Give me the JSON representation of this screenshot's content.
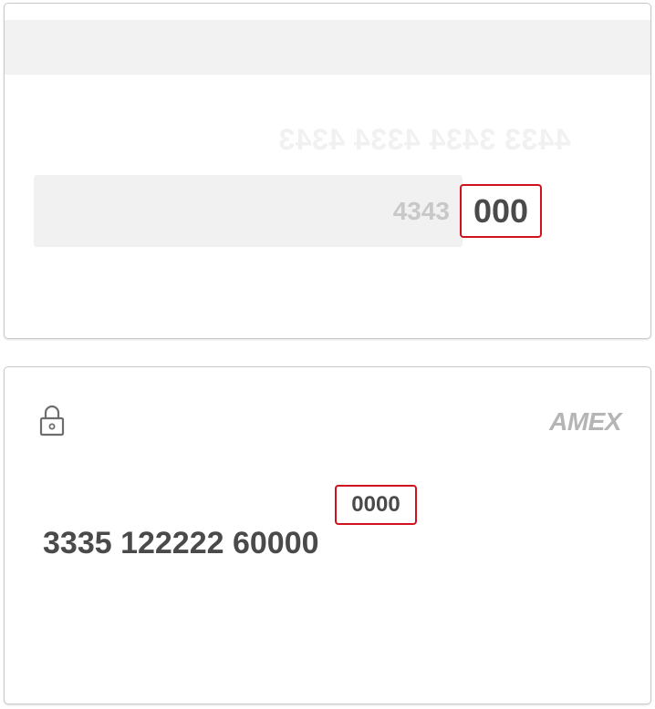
{
  "card_back": {
    "mirrored_number": "4433 3434 4334 4343",
    "signature_digits": "4343",
    "cvc": "000"
  },
  "card_front": {
    "lock_icon": "lock-icon",
    "brand": "AMEX",
    "cvc": "0000",
    "card_number": "3335 122222 60000"
  },
  "colors": {
    "highlight": "#d0121f",
    "text": "#4a4a4a",
    "muted": "#b5b5b5",
    "stripe": "#f2f2f2"
  }
}
